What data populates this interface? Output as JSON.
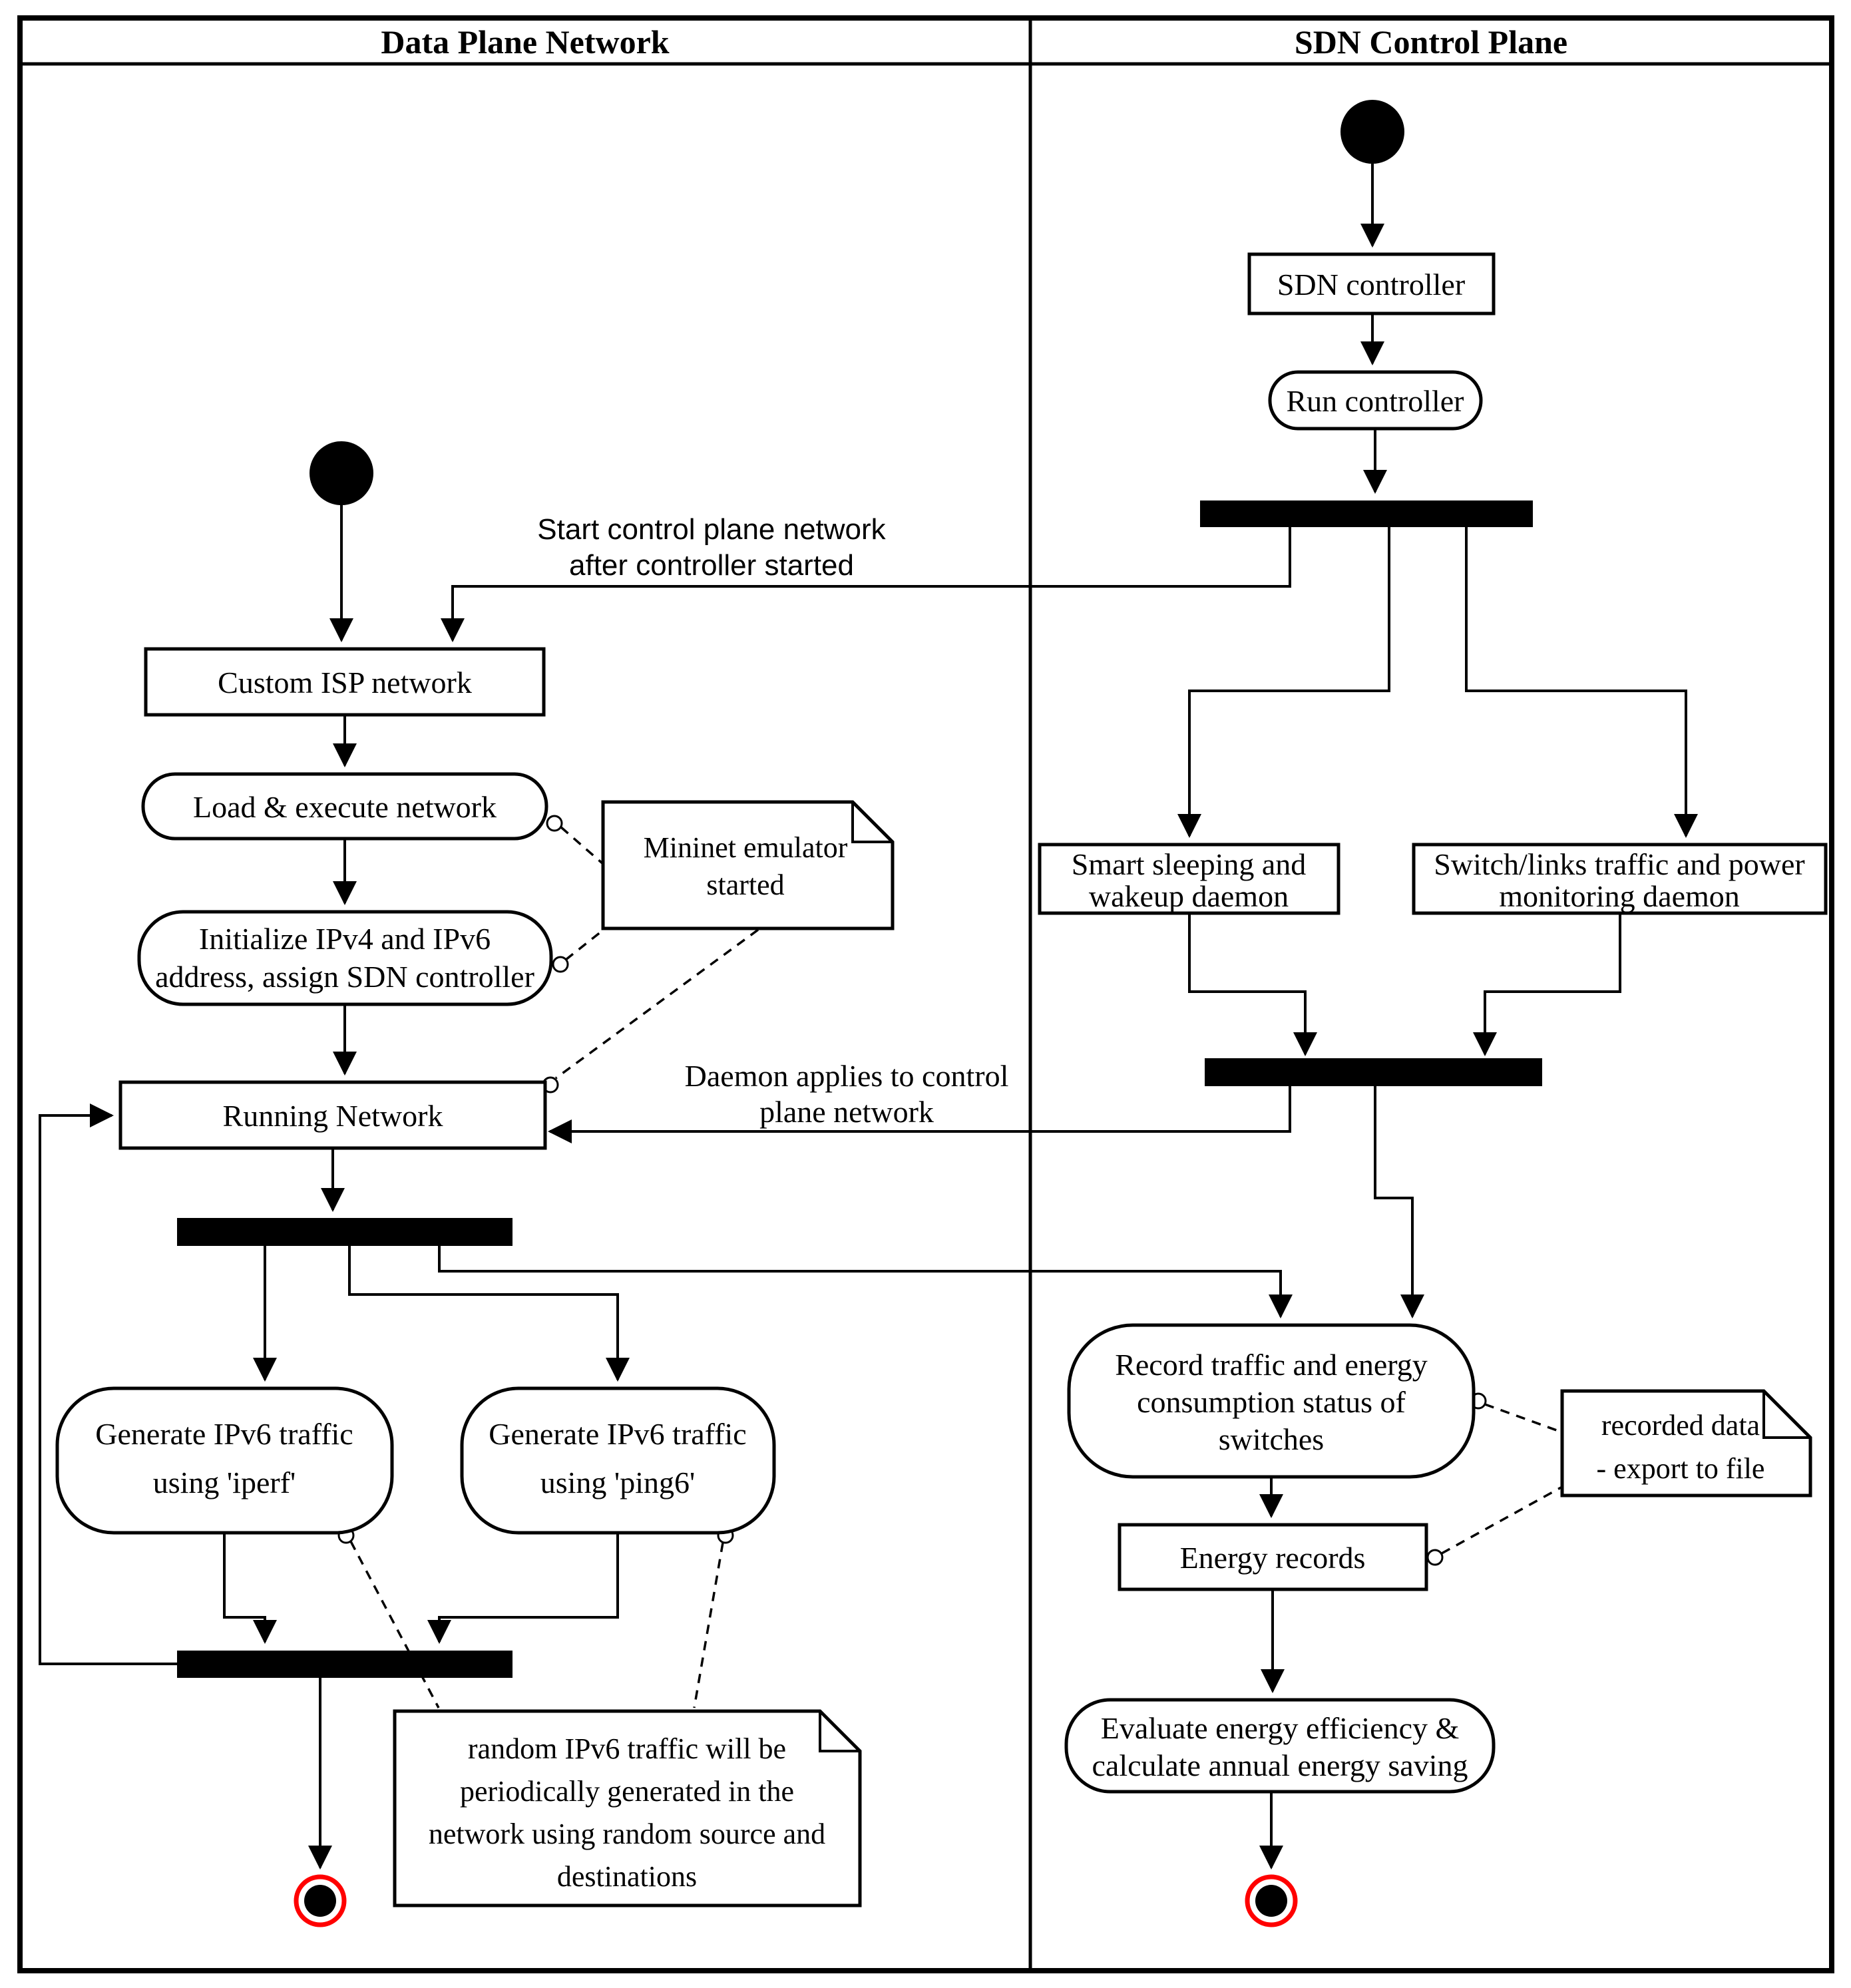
{
  "diagram": {
    "type": "uml-activity-diagram",
    "colors": {
      "stroke": "#000000",
      "background": "#ffffff",
      "final_node_ring": "#ff0000",
      "final_node_core": "#000000"
    },
    "lanes": {
      "left": {
        "title": "Data Plane Network"
      },
      "right": {
        "title": "SDN Control Plane"
      }
    },
    "nodes": {
      "sdn_controller": {
        "label": "SDN controller"
      },
      "run_controller": {
        "label": "Run controller"
      },
      "custom_isp": {
        "label": "Custom ISP network"
      },
      "load_execute": {
        "label": "Load & execute network"
      },
      "initialize": {
        "line1": "Initialize IPv4 and IPv6",
        "line2": "address, assign SDN controller"
      },
      "running_network": {
        "label": "Running Network"
      },
      "smart_sleeping": {
        "line1": "Smart sleeping and",
        "line2": "wakeup daemon"
      },
      "switch_links": {
        "line1": "Switch/links traffic and power",
        "line2": "monitoring daemon"
      },
      "gen_iperf": {
        "line1": "Generate IPv6 traffic",
        "line2": "using 'iperf'"
      },
      "gen_ping6": {
        "line1": "Generate IPv6 traffic",
        "line2": "using 'ping6'"
      },
      "record_traffic": {
        "line1": "Record traffic and energy",
        "line2": "consumption status of",
        "line3": "switches"
      },
      "energy_records": {
        "label": "Energy records"
      },
      "evaluate": {
        "line1": "Evaluate energy efficiency &",
        "line2": "calculate annual energy saving"
      }
    },
    "notes": {
      "mininet": {
        "line1": "Mininet emulator",
        "line2": "started"
      },
      "random_traffic": {
        "line1": "random IPv6 traffic will be",
        "line2": "periodically generated in the",
        "line3": "network using random source and",
        "line4": "destinations"
      },
      "recorded_data": {
        "line1": "recorded data",
        "line2": "- export to file"
      }
    },
    "edge_labels": {
      "start_control": {
        "line1": "Start control plane network",
        "line2": "after controller started"
      },
      "daemon_applies": {
        "line1": "Daemon applies to control",
        "line2": "plane network"
      }
    }
  }
}
